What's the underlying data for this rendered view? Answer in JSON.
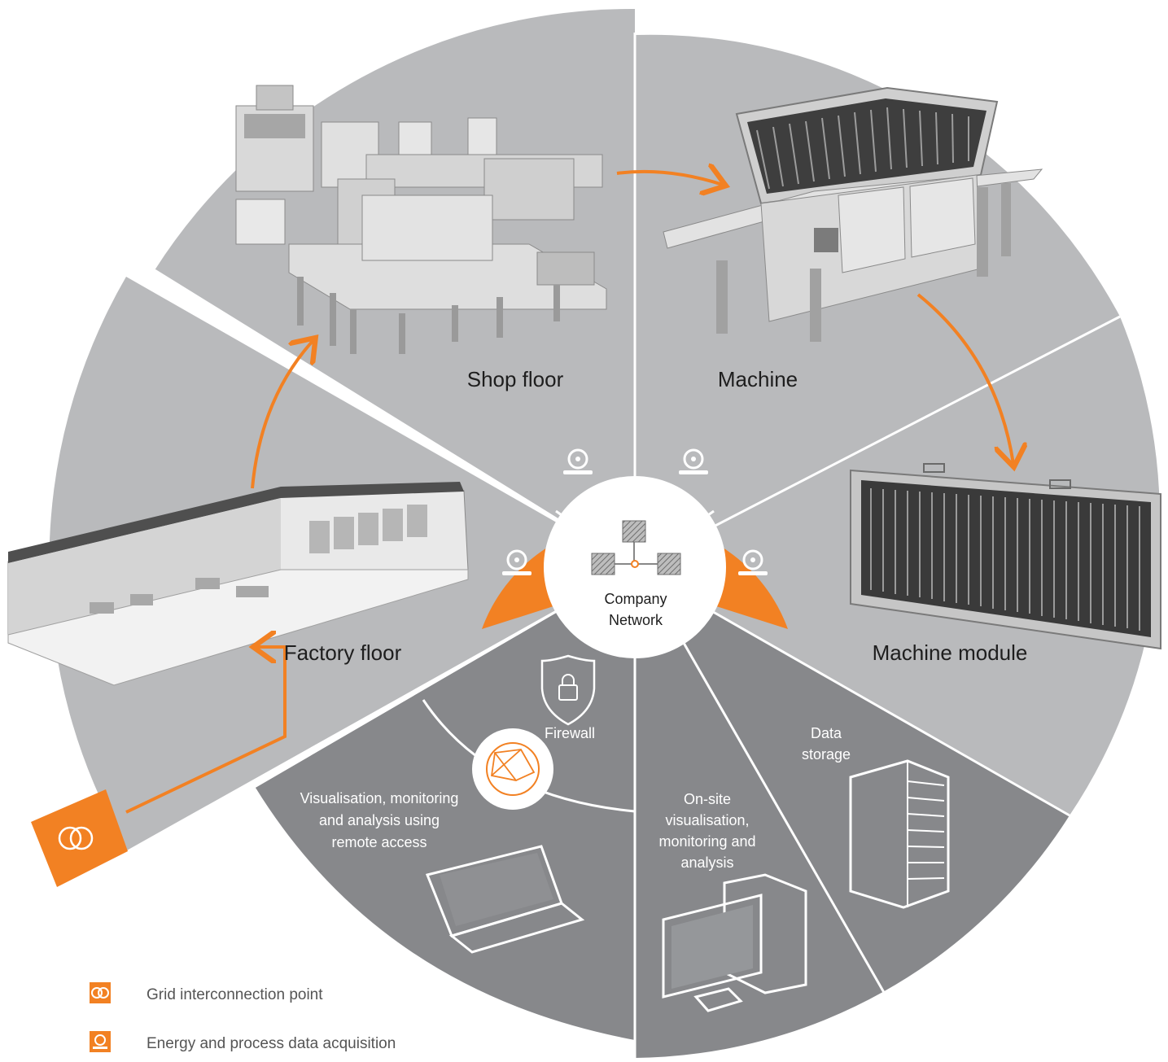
{
  "segments": {
    "shop_floor": "Shop floor",
    "machine": "Machine",
    "machine_module": "Machine module",
    "factory_floor": "Factory floor"
  },
  "center": {
    "line1": "Company",
    "line2": "Network"
  },
  "it": {
    "firewall": "Firewall",
    "data_storage_1": "Data",
    "data_storage_2": "storage",
    "remote_1": "Visualisation, monitoring",
    "remote_2": "and analysis using",
    "remote_3": "remote access",
    "onsite_1": "On-site",
    "onsite_2": "visualisation,",
    "onsite_3": "monitoring and",
    "onsite_4": "analysis"
  },
  "legend": {
    "grid": "Grid interconnection point",
    "energy": "Energy and process data acquisition"
  },
  "colors": {
    "accent": "#f28123",
    "light_segment": "#b9babc",
    "dark_segment": "#87888b",
    "background": "#ffffff"
  }
}
